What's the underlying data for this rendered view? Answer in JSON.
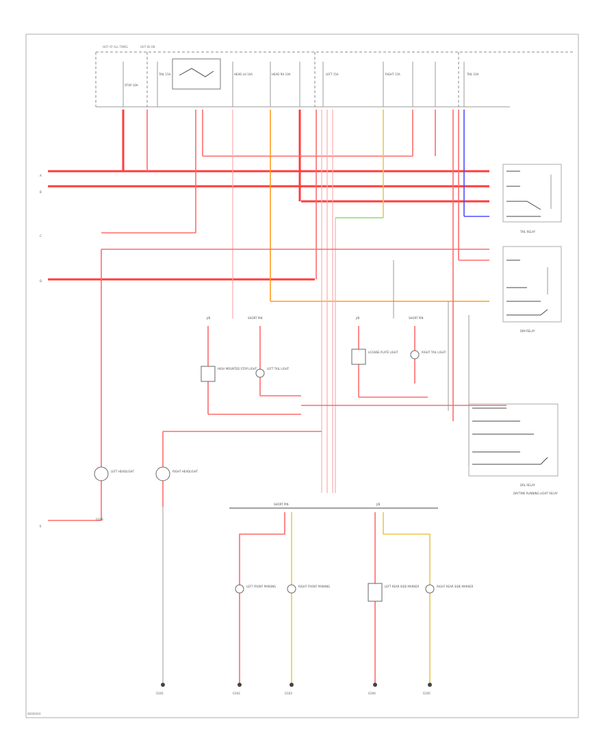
{
  "figure_code": "W0000XX",
  "colors": {
    "hot": "#ff3b3b",
    "red_light": "#ff6a6a",
    "orange": "#ff9a1e",
    "yellow": "#e8c84a",
    "green": "#8fdc6a",
    "blue": "#4b4bff",
    "gray": "#999999"
  },
  "fuse_block": {
    "tags": [
      "HOT AT ALL TIMES",
      "HOT IN ON"
    ],
    "fuses": [
      "STOP 10A",
      "TAIL 15A",
      "HEAD LH 10A",
      "HEAD RH 10A",
      "LEFT 15A",
      "RIGHT 15A",
      "TAIL 10A"
    ]
  },
  "left_labels": [
    "A",
    "B",
    "C",
    "D",
    "E"
  ],
  "relays": [
    "TAIL RELAY",
    "DIM RELAY",
    "DRL RELAY"
  ],
  "relay_note": "DAYTIME RUNNING LIGHT RELAY",
  "connectors": [
    "J/B",
    "SHORT PIN",
    "J/B",
    "SHORT PIN",
    "SHORT PIN",
    "J/B"
  ],
  "lamps": [
    "HIGH MOUNTED STOP LIGHT",
    "LEFT TAIL LIGHT",
    "LICENSE PLATE LIGHT",
    "RIGHT TAIL LIGHT",
    "LEFT HEADLIGHT",
    "RIGHT HEADLIGHT",
    "LEFT FRONT PARKING",
    "RIGHT FRONT PARKING",
    "LEFT REAR SIDE MARKER",
    "RIGHT REAR SIDE MARKER"
  ],
  "grounds": [
    "G101",
    "G102",
    "G103",
    "G104",
    "G105",
    "G106"
  ]
}
